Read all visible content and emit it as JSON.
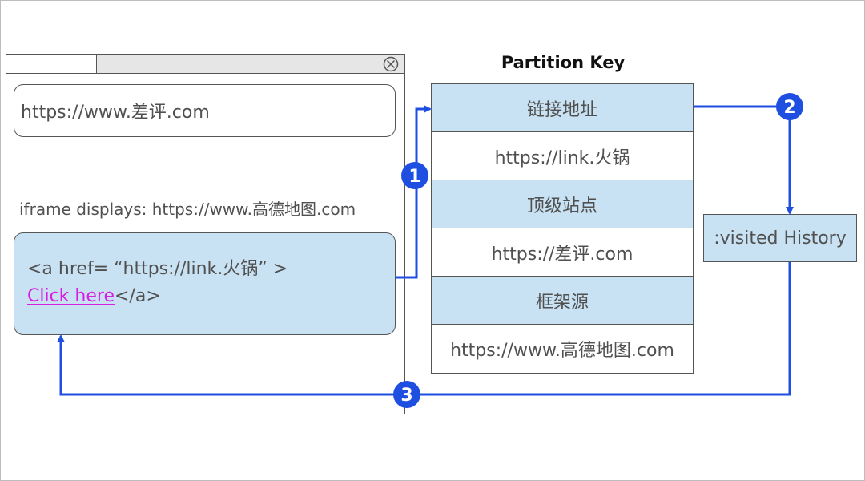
{
  "browser": {
    "address_url": "https://www.差评.com",
    "iframe_caption": "iframe displays: https://www.高德地图.com",
    "code_line1": "<a href= “https://link.火锅” >",
    "link_label": "Click here",
    "code_close": "</a>"
  },
  "partition_key": {
    "title": "Partition Key",
    "rows": [
      {
        "label": "链接地址",
        "kind": "head"
      },
      {
        "label": "https://link.火锅",
        "kind": "value"
      },
      {
        "label": "顶级站点",
        "kind": "head"
      },
      {
        "label": "https://差评.com",
        "kind": "value"
      },
      {
        "label": "框架源",
        "kind": "head"
      },
      {
        "label": "https://www.高德地图.com",
        "kind": "value"
      }
    ]
  },
  "history_label": ":visited History",
  "steps": [
    "1",
    "2",
    "3"
  ],
  "colors": {
    "arrow": "#1f4fe0",
    "box_fill": "#c9e2f3",
    "link": "#d61fe0",
    "text": "#505050"
  }
}
